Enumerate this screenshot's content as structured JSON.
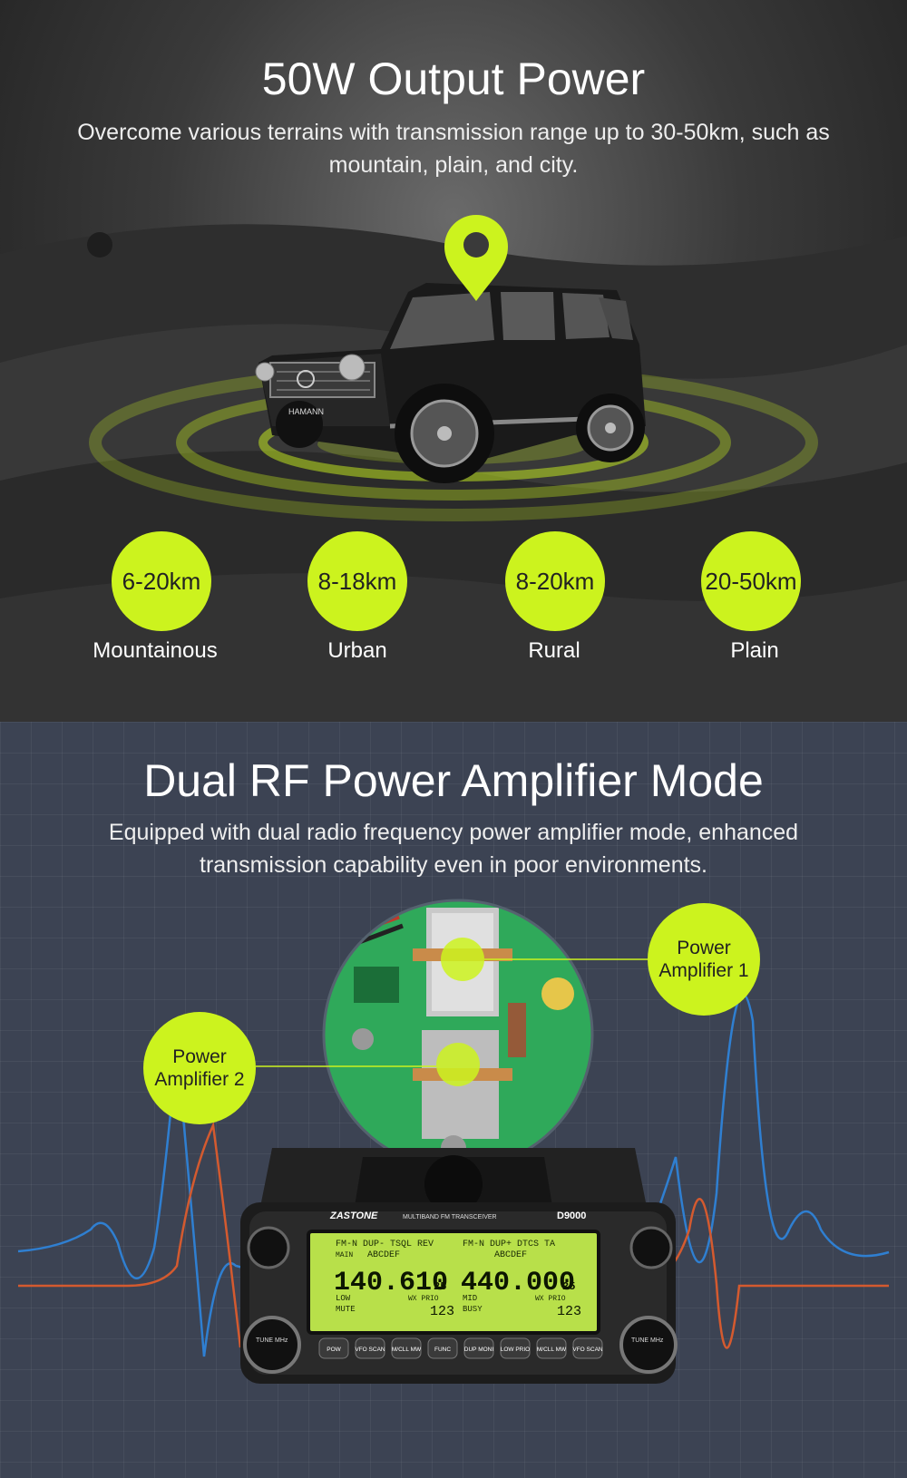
{
  "range_section": {
    "title": "50W Output Power",
    "subtitle": "Overcome various terrains with transmission range up to 30-50km, such as mountain, plain, and city.",
    "items": [
      {
        "range": "6-20km",
        "label": "Mountainous"
      },
      {
        "range": "8-18km",
        "label": "Urban"
      },
      {
        "range": "8-20km",
        "label": "Rural"
      },
      {
        "range": "20-50km",
        "label": "Plain"
      }
    ],
    "car_badge": "HAMANN"
  },
  "amp_section": {
    "title": "Dual RF Power Amplifier Mode",
    "subtitle": "Equipped with dual radio frequency power amplifier mode, enhanced transmission capability even in poor environments.",
    "amp1": "Power Amplifier 1",
    "amp2": "Power Amplifier 2"
  },
  "radio": {
    "brand": "ZASTONE",
    "subtitle": "MULTIBAND FM TRANSCEIVER",
    "model": "D9000",
    "left": {
      "flags": "FM-N DUP- TSQL REV",
      "name": "ABCDEF",
      "tag": "MAIN",
      "freq": "140.610",
      "sub": "25",
      "power": "LOW",
      "prio": "WX PRIO",
      "state": "MUTE",
      "ch": "123"
    },
    "right": {
      "flags": "FM-N DUP+ DTCS TA",
      "name": "ABCDEF",
      "freq": "440.000",
      "sub": "25",
      "power": "MID",
      "prio": "WX PRIO",
      "state": "BUSY",
      "ch": "123"
    },
    "buttons": [
      "POW",
      "VFO SCAN",
      "M/CLL MW",
      "FUNC",
      "DUP MONI",
      "LOW PRIO",
      "M/CLL MW",
      "VFO SCAN"
    ],
    "knob_left": "TUNE MHz",
    "knob_right": "TUNE MHz"
  },
  "colors": {
    "accent": "#ccf31e",
    "pcb": "#2fa95a",
    "lcd": "#b8e04a"
  }
}
